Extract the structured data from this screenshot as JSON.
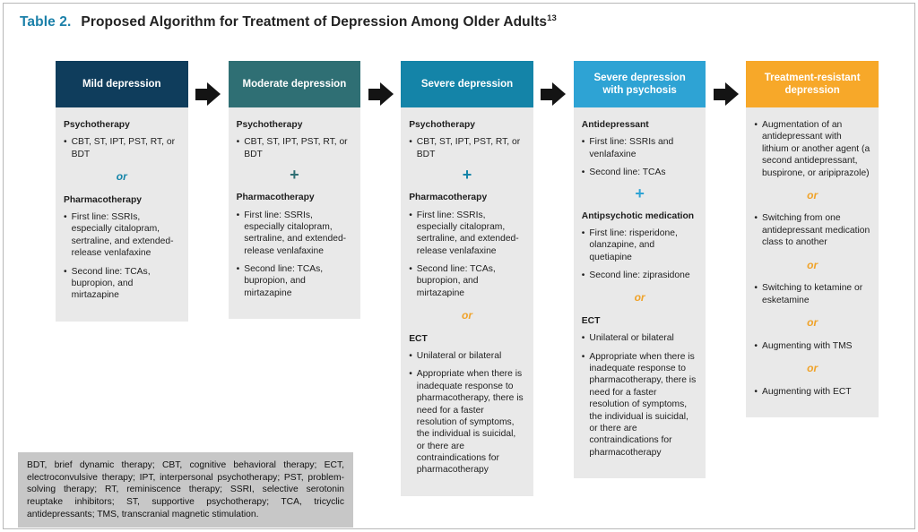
{
  "page": {
    "title_prefix": "Table 2.",
    "title": "Proposed Algorithm for Treatment of Depression Among Older Adults",
    "title_superscript": "13"
  },
  "colors": {
    "header_mild": "#0f3d5c",
    "header_moderate": "#2f6f74",
    "header_severe": "#1484a8",
    "header_severe_psychosis": "#2ea3d4",
    "header_treatment_resistant": "#f7a829",
    "connector_teal": "#1484a8",
    "connector_orange": "#f0a32a",
    "body_background": "#e9e9e9",
    "footnote_background": "#c7c7c7",
    "arrow_black": "#141414"
  },
  "columns": [
    {
      "header": "Mild depression",
      "blocks": [
        {
          "kind": "heading",
          "text": "Psychotherapy"
        },
        {
          "kind": "bullet",
          "text": "CBT, ST, IPT, PST, RT, or BDT"
        },
        {
          "kind": "connector-or",
          "text": "or"
        },
        {
          "kind": "heading",
          "text": "Pharmacotherapy"
        },
        {
          "kind": "bullet",
          "text": "First line: SSRIs, especially citalopram, sertraline, and extended-release venlafaxine"
        },
        {
          "kind": "bullet",
          "text": "Second line: TCAs, bupropion, and mirtazapine"
        }
      ]
    },
    {
      "header": "Moderate depression",
      "blocks": [
        {
          "kind": "heading",
          "text": "Psychotherapy"
        },
        {
          "kind": "bullet",
          "text": "CBT, ST, IPT, PST, RT, or BDT"
        },
        {
          "kind": "connector-plus",
          "text": "+"
        },
        {
          "kind": "heading",
          "text": "Pharmacotherapy"
        },
        {
          "kind": "bullet",
          "text": "First line: SSRIs, especially citalopram, sertraline, and extended-release venlafaxine"
        },
        {
          "kind": "bullet",
          "text": "Second line: TCAs, bupropion, and mirtazapine"
        }
      ]
    },
    {
      "header": "Severe depression",
      "blocks": [
        {
          "kind": "heading",
          "text": "Psychotherapy"
        },
        {
          "kind": "bullet",
          "text": "CBT, ST, IPT, PST, RT, or BDT"
        },
        {
          "kind": "connector-plus",
          "text": "+"
        },
        {
          "kind": "heading",
          "text": "Pharmacotherapy"
        },
        {
          "kind": "bullet",
          "text": "First line: SSRIs, especially citalopram, sertraline, and extended-release venlafaxine"
        },
        {
          "kind": "bullet",
          "text": "Second line: TCAs, bupropion, and mirtazapine"
        },
        {
          "kind": "connector-or",
          "text": "or"
        },
        {
          "kind": "heading",
          "text": "ECT"
        },
        {
          "kind": "bullet",
          "text": "Unilateral or bilateral"
        },
        {
          "kind": "bullet",
          "text": "Appropriate when there is inadequate response to pharmacotherapy, there is need for a faster resolution of symptoms, the individual is suicidal, or there are contraindications for pharmacotherapy"
        }
      ]
    },
    {
      "header": "Severe depression with psychosis",
      "blocks": [
        {
          "kind": "heading",
          "text": "Antidepressant"
        },
        {
          "kind": "bullet",
          "text": "First line: SSRIs and venlafaxine"
        },
        {
          "kind": "bullet",
          "text": "Second line: TCAs"
        },
        {
          "kind": "connector-plus",
          "text": "+"
        },
        {
          "kind": "heading",
          "text": "Antipsychotic medication"
        },
        {
          "kind": "bullet",
          "text": "First line: risperidone, olanzapine, and quetiapine"
        },
        {
          "kind": "bullet",
          "text": "Second line: ziprasidone"
        },
        {
          "kind": "connector-or",
          "text": "or"
        },
        {
          "kind": "heading",
          "text": "ECT"
        },
        {
          "kind": "bullet",
          "text": "Unilateral or bilateral"
        },
        {
          "kind": "bullet",
          "text": "Appropriate when there is inadequate response to pharmacotherapy, there is need for a faster resolution of symptoms, the individual is suicidal, or there are contraindications for pharmacotherapy"
        }
      ]
    },
    {
      "header": "Treatment-resistant depression",
      "blocks": [
        {
          "kind": "bullet",
          "text": "Augmentation of an antidepressant with lithium or another agent (a second antidepressant, buspirone, or aripiprazole)"
        },
        {
          "kind": "connector-or",
          "text": "or"
        },
        {
          "kind": "bullet",
          "text": "Switching from one antidepressant medication class to another"
        },
        {
          "kind": "connector-or",
          "text": "or"
        },
        {
          "kind": "bullet",
          "text": "Switching to ketamine or esketamine"
        },
        {
          "kind": "connector-or",
          "text": "or"
        },
        {
          "kind": "bullet",
          "text": "Augmenting with TMS"
        },
        {
          "kind": "connector-or",
          "text": "or"
        },
        {
          "kind": "bullet",
          "text": "Augmenting with ECT"
        }
      ]
    }
  ],
  "footnote": "BDT, brief dynamic therapy; CBT, cognitive behavioral therapy; ECT, electroconvulsive therapy; IPT, interpersonal psychotherapy; PST, problem-solving therapy; RT, reminiscence therapy; SSRI, selective serotonin reuptake inhibitors; ST, supportive psychotherapy; TCA, tricyclic antidepressants; TMS, transcranial magnetic stimulation."
}
